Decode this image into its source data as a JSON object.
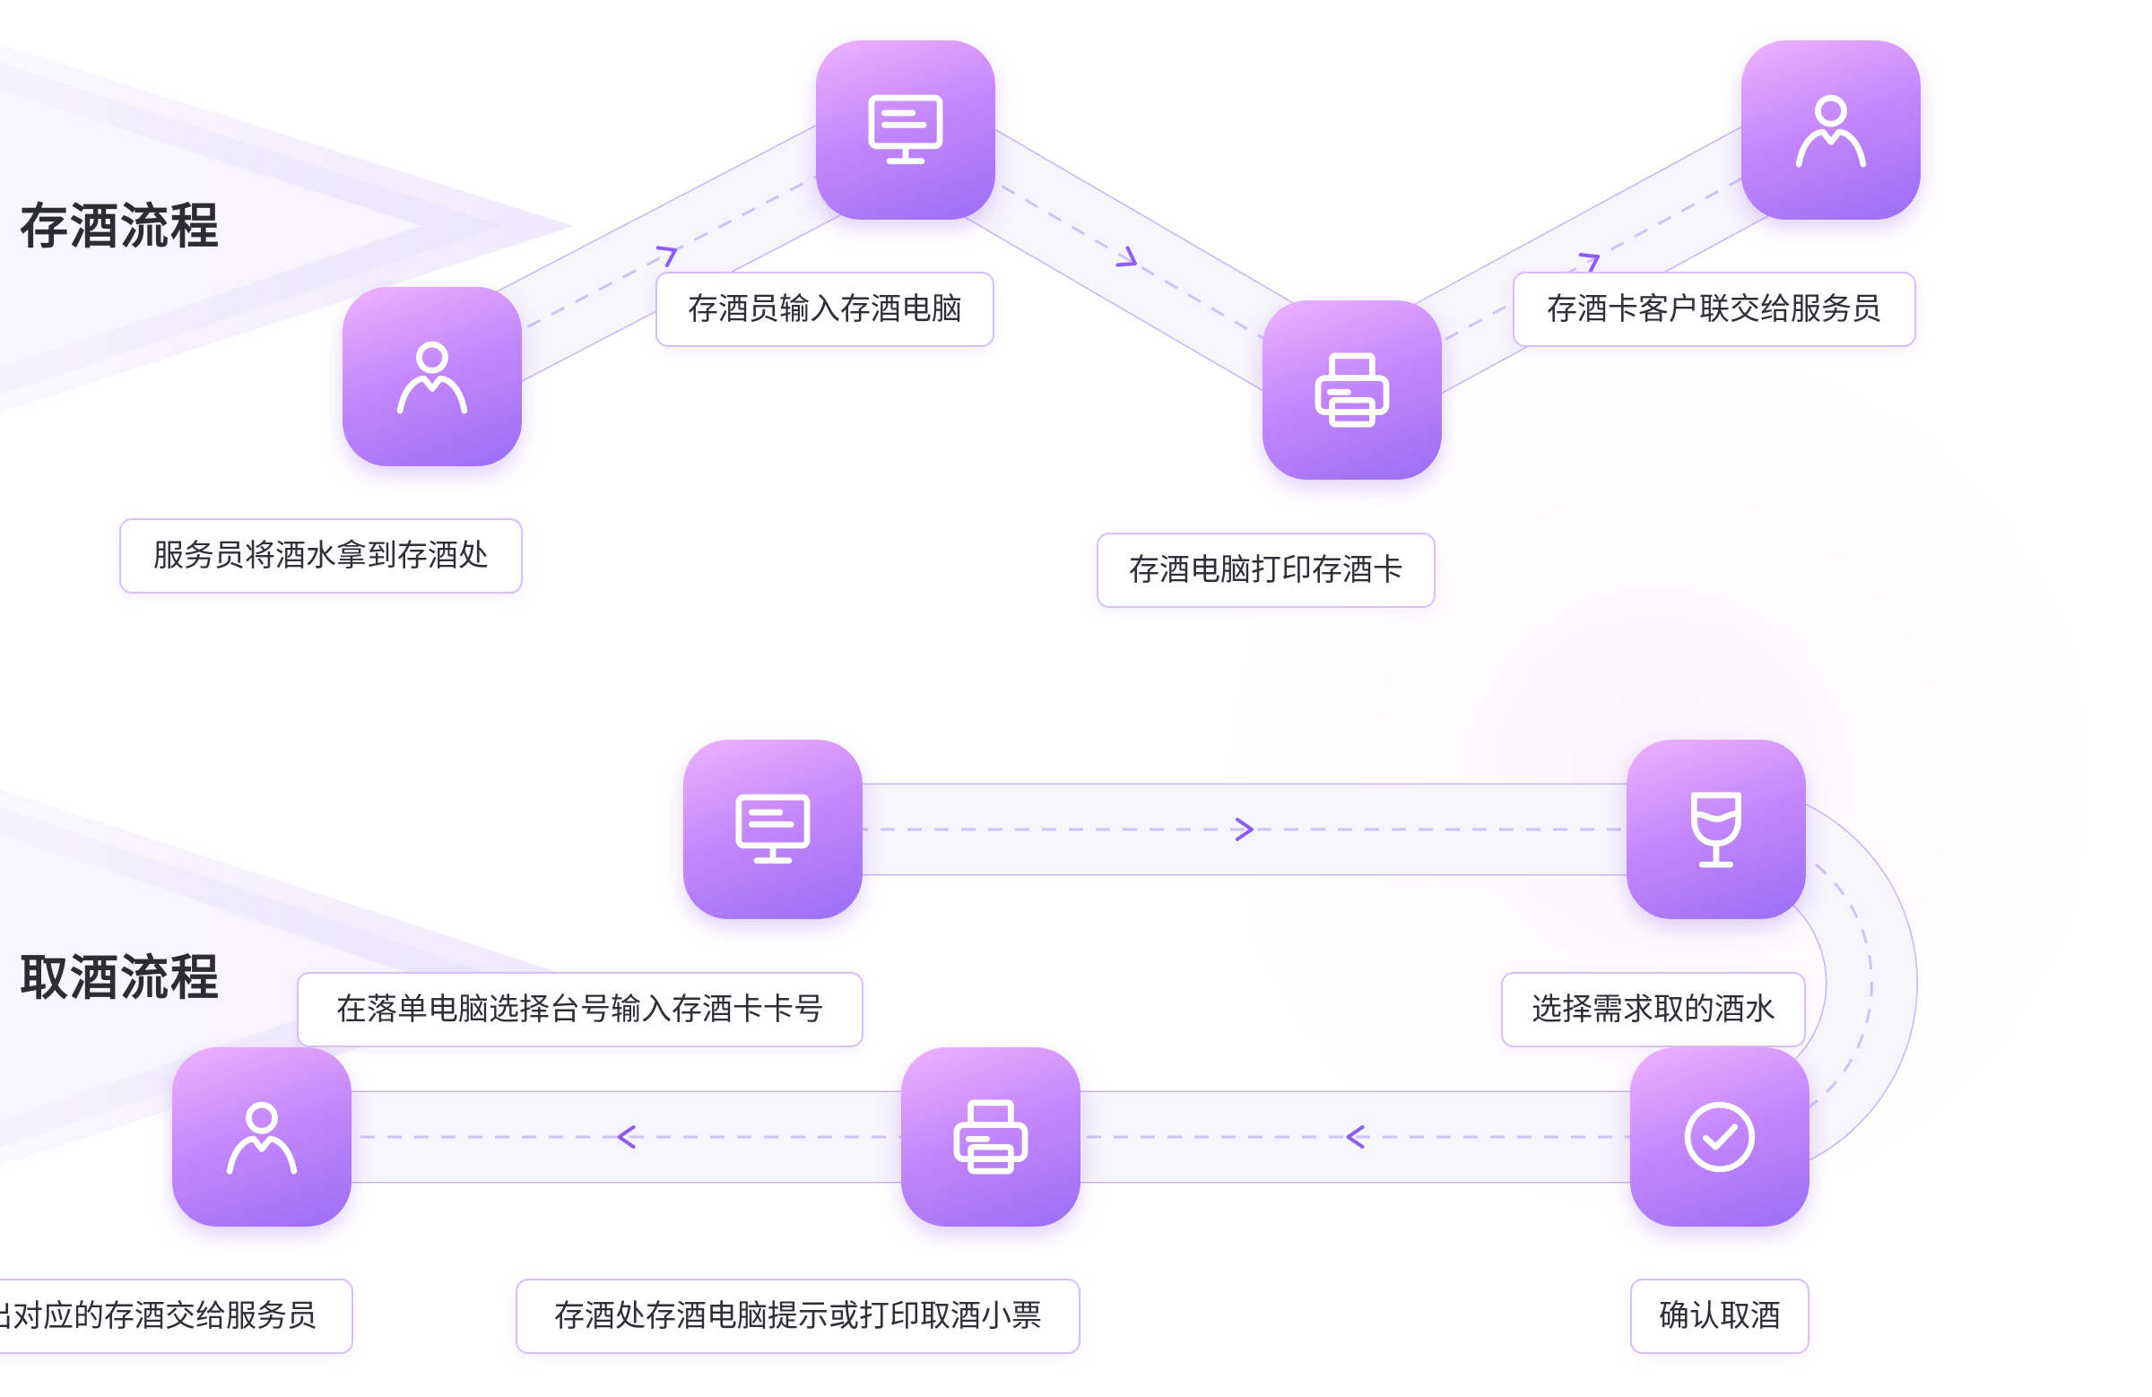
{
  "sections": [
    {
      "title": "存酒流程",
      "steps": [
        {
          "label": "服务员将酒水拿到存酒处",
          "icon": "person-icon"
        },
        {
          "label": "存酒员输入存酒电脑",
          "icon": "monitor-icon"
        },
        {
          "label": "存酒电脑打印存酒卡",
          "icon": "printer-icon"
        },
        {
          "label": "存酒卡客户联交给服务员",
          "icon": "person-icon"
        }
      ]
    },
    {
      "title": "取酒流程",
      "steps": [
        {
          "label": "在落单电脑选择台号输入存酒卡卡号",
          "icon": "monitor-icon"
        },
        {
          "label": "选择需求取的酒水",
          "icon": "wine-glass-icon"
        },
        {
          "label": "确认取酒",
          "icon": "check-circle-icon"
        },
        {
          "label": "存酒处存酒电脑提示或打印取酒小票",
          "icon": "printer-icon"
        },
        {
          "label": "找出对应的存酒交给服务员",
          "icon": "person-icon"
        }
      ]
    }
  ],
  "colors": {
    "tile_top": "#eeb2ff",
    "tile_bottom": "#9b6ef5",
    "track_border": "#c8b6f4",
    "track_fill": "#f6f4fc",
    "dash": "#cfc2f5",
    "arrow": "#8b5cf6",
    "label_border": "#d8c0f6",
    "heading_text": "#2c2c33"
  }
}
